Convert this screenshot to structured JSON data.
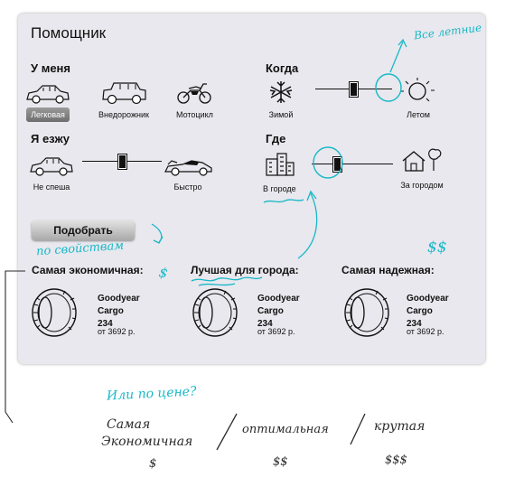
{
  "window": {
    "title": "Помощник"
  },
  "vehicle": {
    "heading": "У меня",
    "options": [
      {
        "label": "Легковая",
        "icon": "sedan-car-icon",
        "selected": true
      },
      {
        "label": "Внедорожник",
        "icon": "suv-car-icon",
        "selected": false
      },
      {
        "label": "Мотоцикл",
        "icon": "motorcycle-icon",
        "selected": false
      }
    ]
  },
  "season": {
    "heading": "Когда",
    "left_label": "Зимой",
    "right_label": "Летом",
    "left_icon": "snowflake-icon",
    "right_icon": "sun-icon",
    "value": 0.5
  },
  "driving": {
    "heading": "Я езжу",
    "left_label": "Не спеша",
    "right_label": "Быстро",
    "left_icon": "slow-car-icon",
    "right_icon": "sports-car-icon",
    "value": 0.5
  },
  "location": {
    "heading": "Где",
    "left_label": "В городе",
    "right_label": "За городом",
    "left_icon": "city-buildings-icon",
    "right_icon": "house-icon",
    "value": 0.3
  },
  "actions": {
    "submit_label": "Подобрать"
  },
  "results": [
    {
      "heading": "Самая экономичная:",
      "brand": "Goodyear",
      "model": "Cargo 234",
      "price": "от 3692 р.",
      "icon": "tire-icon"
    },
    {
      "heading": "Лучшая для города:",
      "brand": "Goodyear",
      "model": "Cargo 234",
      "price": "от 3692 р.",
      "icon": "tire-icon"
    },
    {
      "heading": "Самая надежная:",
      "brand": "Goodyear",
      "model": "Cargo 234",
      "price": "от 3692 р.",
      "icon": "tire-icon"
    }
  ],
  "annotations": {
    "all_summer": "Все летние",
    "by_properties": "по свойствам",
    "dollar": "$",
    "double_dollar": "$$",
    "or_by_price": "Или по цене?",
    "cheap_line1": "Самая",
    "cheap_line2": "Экономичная",
    "optimal": "оптимальная",
    "cool": "крутая",
    "price_1": "$",
    "price_2": "$$",
    "price_3": "$$$",
    "colors": {
      "cyan": "#19b8c6",
      "ink": "#2a2a2a"
    }
  }
}
